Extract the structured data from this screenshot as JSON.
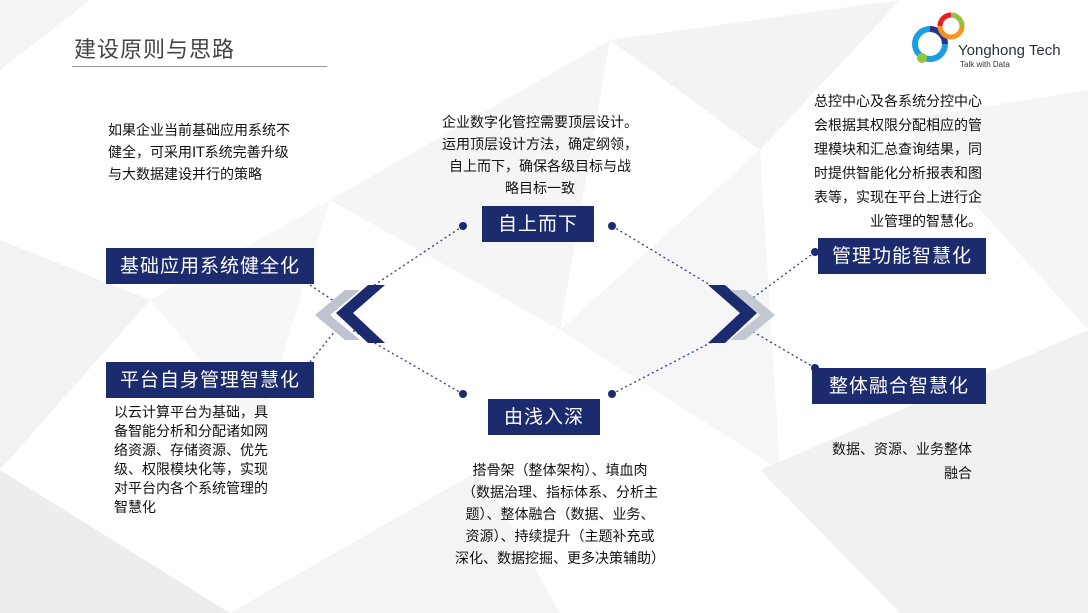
{
  "header": {
    "title": "建设原则与思路"
  },
  "logo": {
    "name": "Yonghong Tech",
    "tagline": "Talk with Data"
  },
  "nodes": {
    "top": {
      "label": "自上而下",
      "desc": [
        "企业数字化管控需要顶层设计。",
        "运用顶层设计方法，确定纲领，",
        "自上而下，确保各级目标与战",
        "略目标一致"
      ]
    },
    "bottom": {
      "label": "由浅入深",
      "desc": [
        "搭骨架（整体架构）、填血肉",
        "（数据治理、指标体系、分析主",
        "题）、整体融合（数据、业务、",
        "资源）、持续提升（主题补充或",
        "深化、数据挖掘、更多决策辅助）"
      ]
    },
    "left_top": {
      "label": "基础应用系统健全化",
      "desc": [
        "如果企业当前基础应用系统不",
        "健全，可采用IT系统完善升级",
        "与大数据建设并行的策略"
      ]
    },
    "left_bottom": {
      "label": "平台自身管理智慧化",
      "desc": [
        "以云计算平台为基础，具",
        "备智能分析和分配诸如网",
        "络资源、存储资源、优先",
        "级、权限模块化等，实现",
        "对平台内各个系统管理的",
        "智慧化"
      ]
    },
    "right_top": {
      "label": "管理功能智慧化",
      "desc": [
        "总控中心及各系统分控中心",
        "会根据其权限分配相应的管",
        "理模块和汇总查询结果，同",
        "时提供智能化分析报表和图",
        "表等，实现在平台上进行企",
        "业管理的智慧化。"
      ]
    },
    "right_bottom": {
      "label": "整体融合智慧化",
      "desc": [
        "数据、资源、业务整体",
        "融合"
      ]
    }
  },
  "colors": {
    "navy": "#1c2a6e",
    "dotline": "#2a3a8a"
  }
}
